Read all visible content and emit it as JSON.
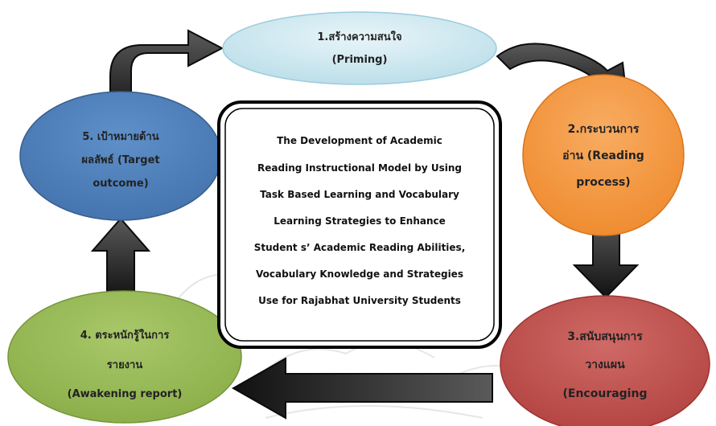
{
  "center": {
    "lines": [
      "The Development of Academic",
      "Reading Instructional Model by Using",
      "Task Based Learning and Vocabulary",
      "Learning Strategies to Enhance",
      "Student s’ Academic Reading Abilities,",
      "Vocabulary Knowledge and Strategies",
      "Use for Rajabhat University Students"
    ]
  },
  "nodes": {
    "priming": {
      "line1": "1.สร้างความสนใจ",
      "line2": "(Priming)",
      "color": "#cde9f1"
    },
    "reading": {
      "line1": "2.กระบวนการ",
      "line2": "อ่าน (Reading",
      "line3": "process)",
      "color": "#f5953f"
    },
    "encouraging": {
      "line1": "3.สนับสนุนการ",
      "line2": "วางแผน",
      "line3": "(Encouraging",
      "color": "#c0504d"
    },
    "awakening": {
      "line1": "4. ตระหนักรู้ในการ",
      "line2": "รายงาน",
      "line3": "(Awakening report)",
      "color": "#9bbb59"
    },
    "target": {
      "line1": "5. เป้าหมายด้าน",
      "line2": "ผลลัพธ์ (Target",
      "line3": "outcome)",
      "color": "#4f81bd"
    }
  },
  "arrows": {
    "color": "#2b2b2b"
  }
}
